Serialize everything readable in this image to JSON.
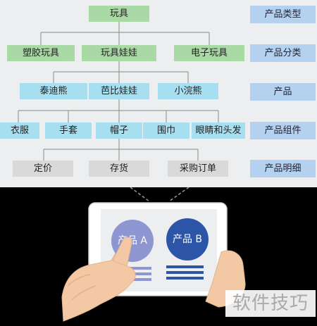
{
  "colors": {
    "category": "#a9d9a4",
    "product": "#a8dff0",
    "detail": "#d9d9d9",
    "tag": "#b4d2f0",
    "product_a": "#8e96d2",
    "product_b": "#2c55a8"
  },
  "tree": {
    "root": "玩具",
    "categories": [
      "塑胶玩具",
      "玩具娃娃",
      "电子玩具"
    ],
    "products": [
      "泰迪熊",
      "芭比娃娃",
      "小浣熊"
    ],
    "components": [
      "衣服",
      "手套",
      "帽子",
      "围巾",
      "眼睛和头发"
    ],
    "details": [
      "定价",
      "存货",
      "采购订单"
    ]
  },
  "levels": [
    "产品类型",
    "产品分类",
    "产品",
    "产品组件",
    "产品明细"
  ],
  "tablet": {
    "product_a": "产品 A",
    "product_b": "产品 B"
  },
  "watermark": "软件技巧"
}
